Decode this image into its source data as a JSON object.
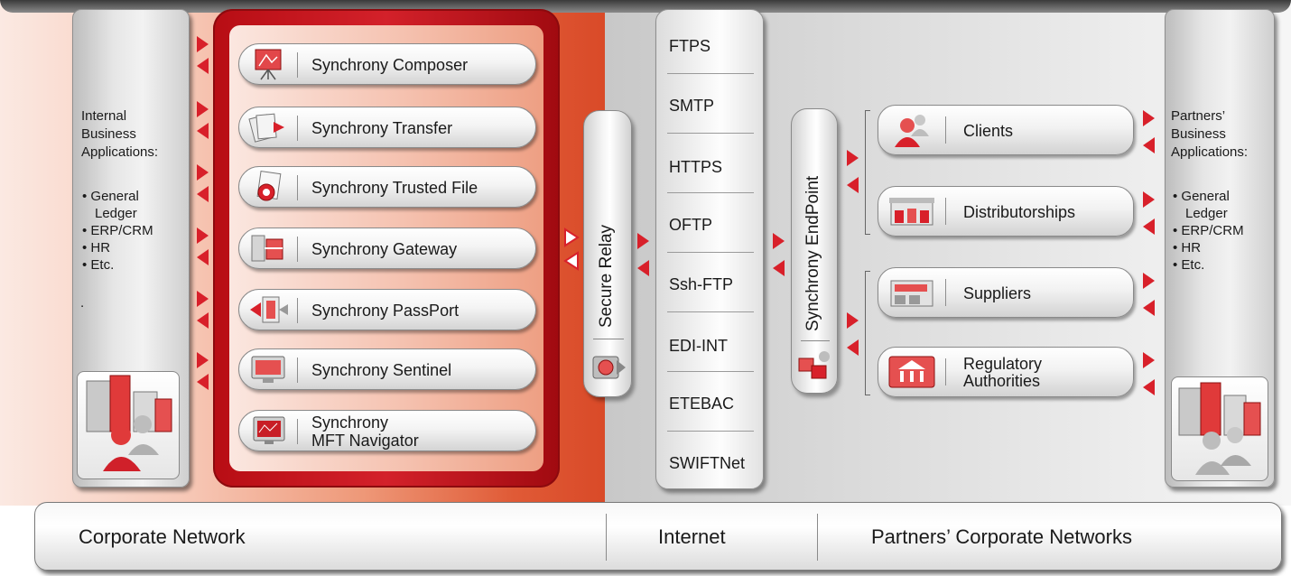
{
  "internal_panel": {
    "heading": "Internal\nBusiness\nApplications:",
    "bullets": [
      "General",
      "Ledger",
      "ERP/CRM",
      "HR",
      "Etc."
    ],
    "trailing_dot": "."
  },
  "partner_panel": {
    "heading": "Partners’\nBusiness\nApplications:",
    "bullets": [
      "General",
      "Ledger",
      "ERP/CRM",
      "HR",
      "Etc."
    ]
  },
  "products": [
    {
      "label": "Synchrony Composer",
      "icon": "easel-icon"
    },
    {
      "label": "Synchrony Transfer",
      "icon": "documents-arrow-icon"
    },
    {
      "label": "Synchrony Trusted File",
      "icon": "certified-file-icon"
    },
    {
      "label": "Synchrony Gateway",
      "icon": "gateway-icon"
    },
    {
      "label": "Synchrony PassPort",
      "icon": "passport-door-icon"
    },
    {
      "label": "Synchrony Sentinel",
      "icon": "monitor-icon"
    },
    {
      "label": "Synchrony\nMFT Navigator",
      "icon": "screen-icon"
    }
  ],
  "secure_relay": {
    "label": "Secure Relay",
    "icon": "relay-icon"
  },
  "protocols": [
    "FTPS",
    "SMTP",
    "HTTPS",
    "OFTP",
    "Ssh-FTP",
    "EDI-INT",
    "ETEBAC",
    "SWIFTNet"
  ],
  "endpoint": {
    "label": "Synchrony EndPoint",
    "icon": "endpoint-icon"
  },
  "partners": [
    {
      "label": "Clients",
      "icon": "people-icon"
    },
    {
      "label": "Distributorships",
      "icon": "shop-icon"
    },
    {
      "label": "Suppliers",
      "icon": "warehouse-icon"
    },
    {
      "label": "Regulatory\nAuthorities",
      "icon": "government-icon"
    }
  ],
  "network": {
    "corporate": "Corporate Network",
    "internet": "Internet",
    "partners": "Partners’ Corporate Networks"
  },
  "colors": {
    "accent_red": "#d8202a",
    "frame_red": "#c0141c"
  }
}
